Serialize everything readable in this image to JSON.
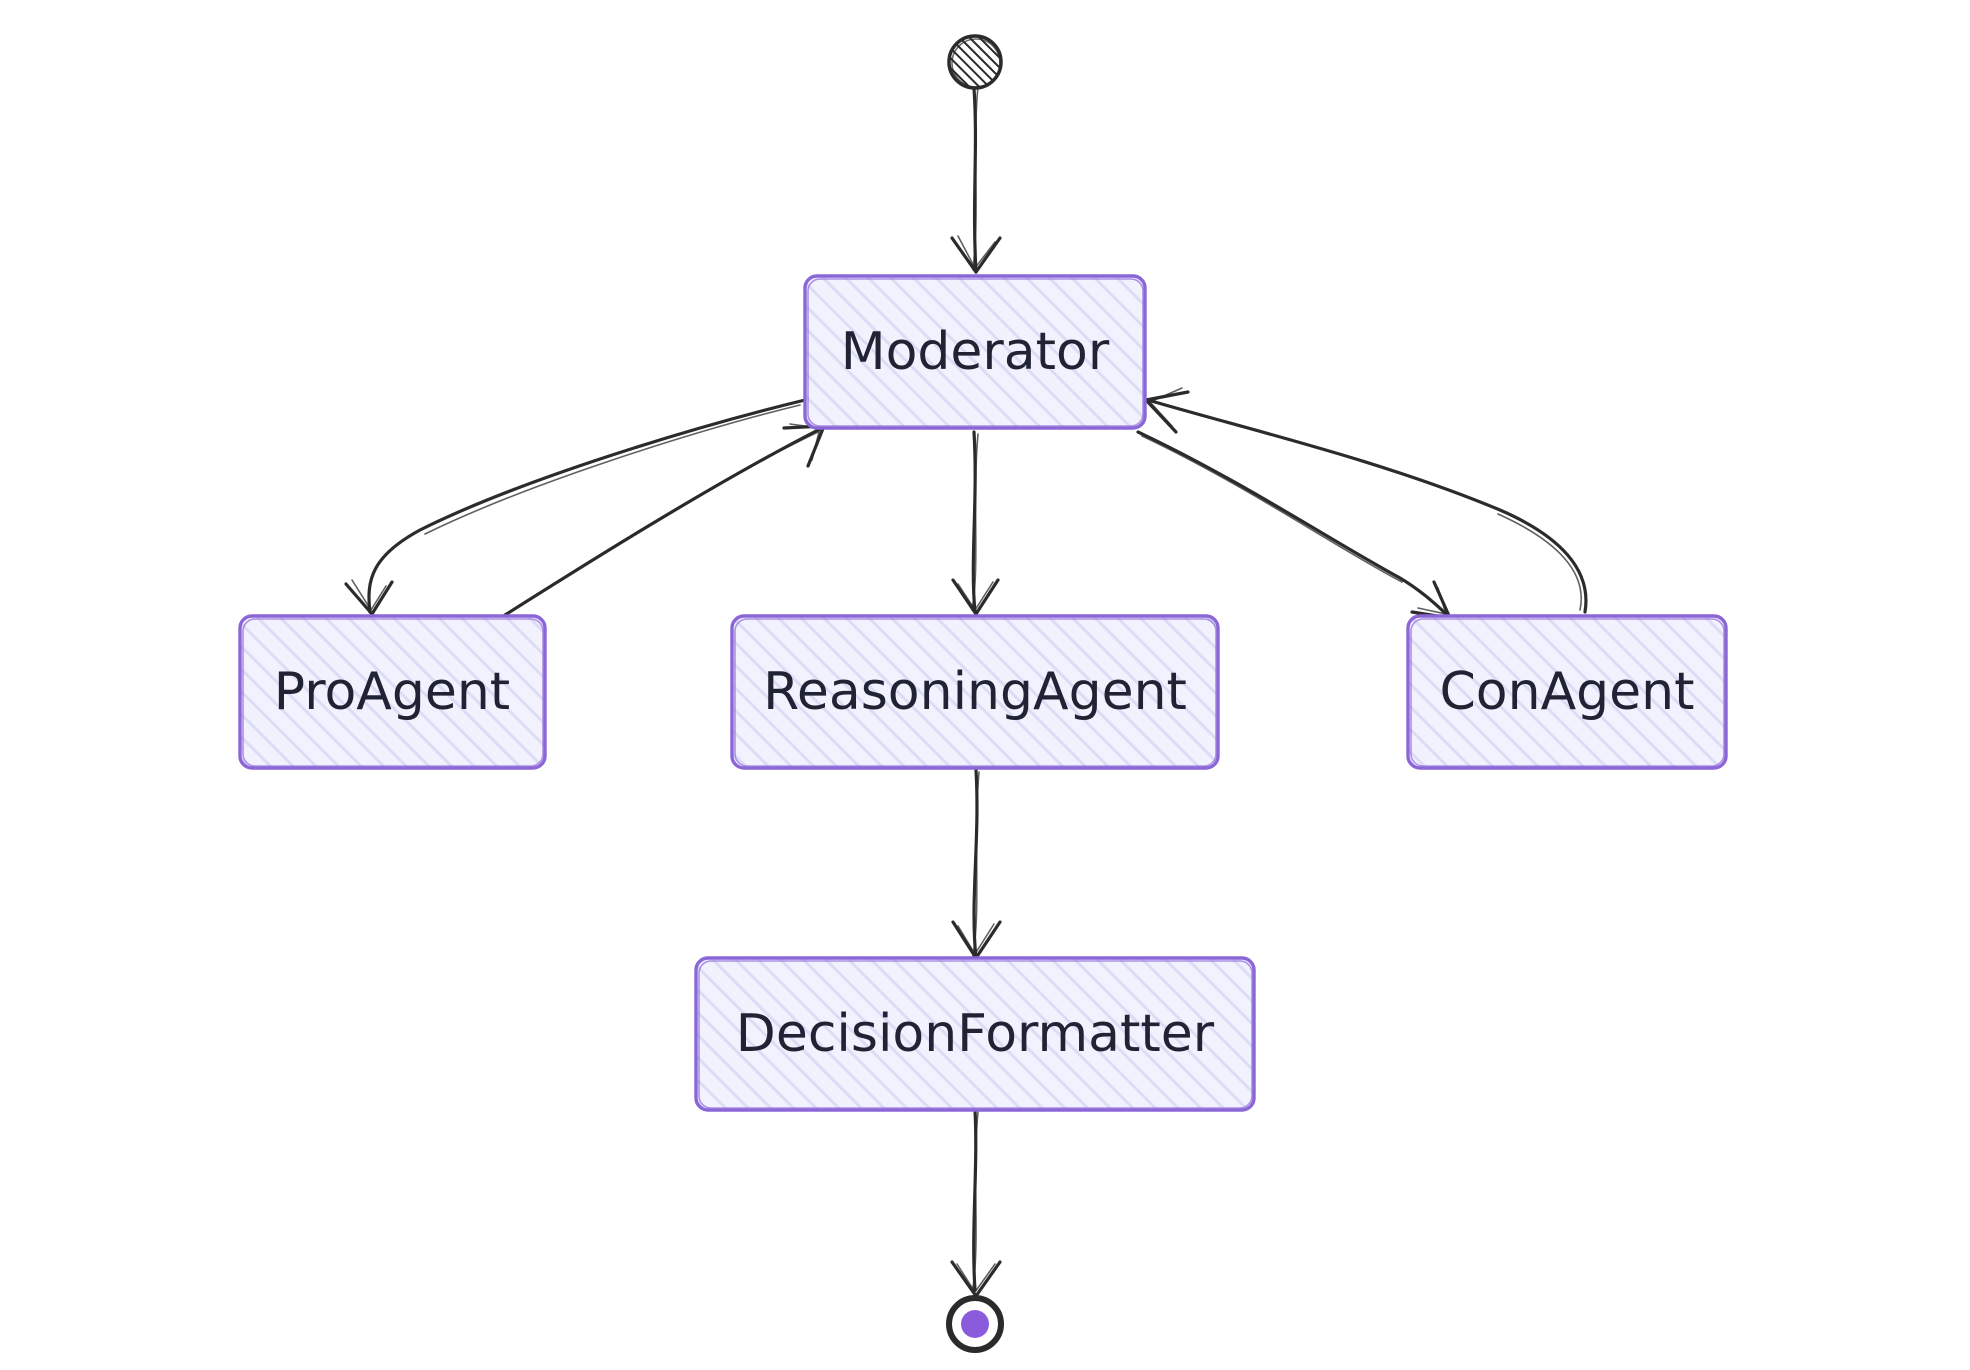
{
  "diagram": {
    "type": "state-diagram",
    "nodes": {
      "moderator": "Moderator",
      "pro_agent": "ProAgent",
      "reasoning_agent": "ReasoningAgent",
      "con_agent": "ConAgent",
      "decision_formatter": "DecisionFormatter"
    },
    "edges": [
      {
        "from": "start",
        "to": "moderator"
      },
      {
        "from": "moderator",
        "to": "pro_agent"
      },
      {
        "from": "pro_agent",
        "to": "moderator"
      },
      {
        "from": "moderator",
        "to": "reasoning_agent"
      },
      {
        "from": "moderator",
        "to": "con_agent"
      },
      {
        "from": "con_agent",
        "to": "moderator"
      },
      {
        "from": "reasoning_agent",
        "to": "decision_formatter"
      },
      {
        "from": "decision_formatter",
        "to": "end"
      }
    ]
  },
  "colors": {
    "node_fill": "#ececfd",
    "node_border": "#8a66d6",
    "edge": "#2b2b2b",
    "text": "#1f2333",
    "end_dot": "#8a5cdc"
  }
}
